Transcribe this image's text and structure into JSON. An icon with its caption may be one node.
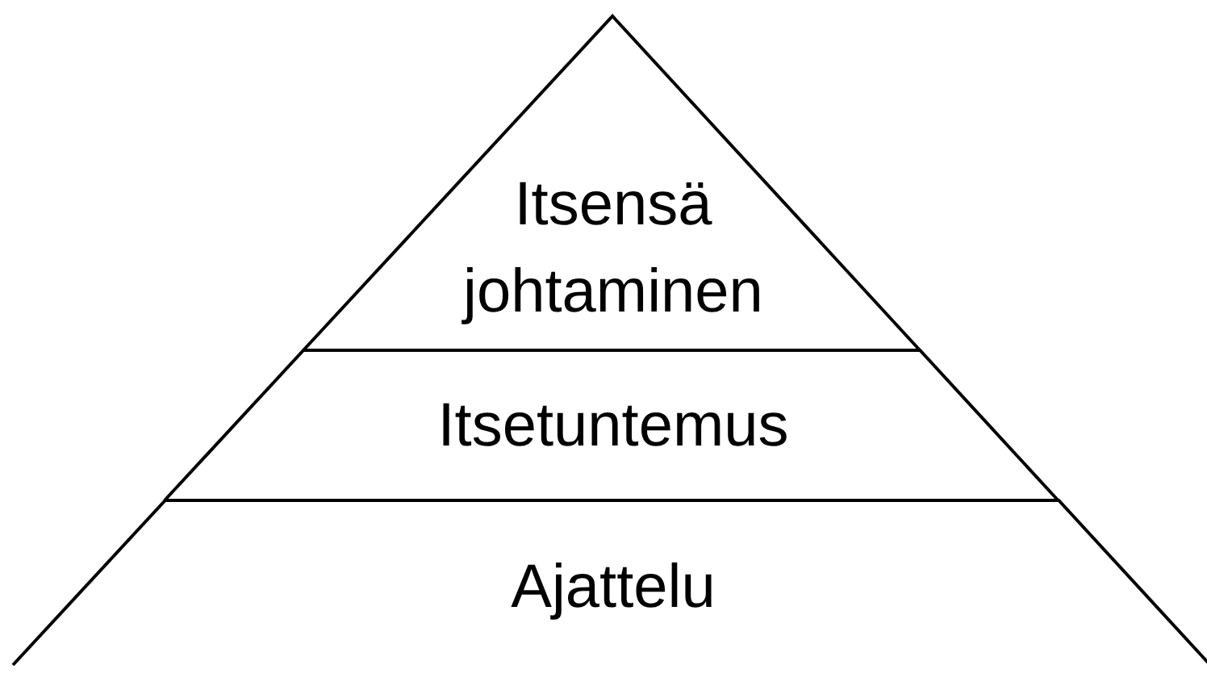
{
  "diagram": {
    "nodes": [
      {
        "text": [
          "Itsensä johtaminen"
        ]
      },
      {
        "text": [
          "Itsetuntemus"
        ]
      },
      {
        "text": [
          "Ajattelu"
        ]
      }
    ]
  }
}
